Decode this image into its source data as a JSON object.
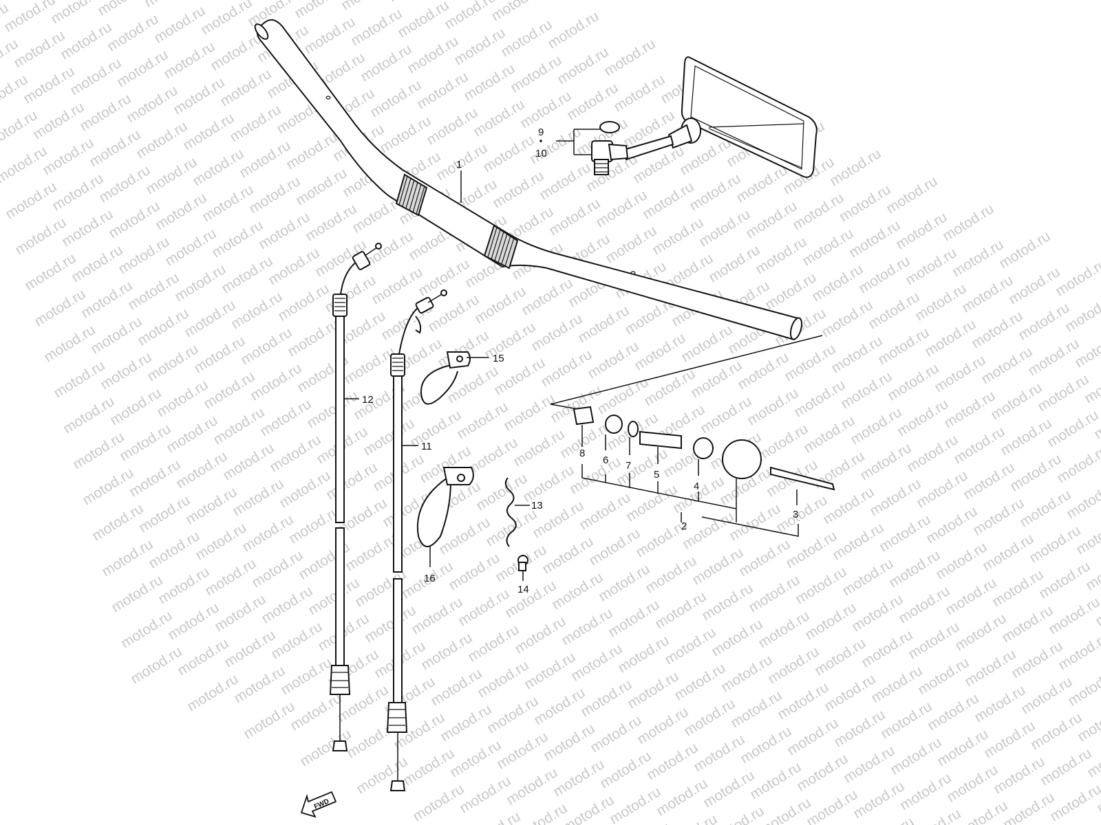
{
  "watermark": {
    "text": "motod.ru"
  },
  "callouts": {
    "1": "1",
    "2": "2",
    "3": "3",
    "4": "4",
    "5": "5",
    "6": "6",
    "7": "7",
    "8": "8",
    "9": "9",
    "10": "10",
    "11": "11",
    "12": "12",
    "13": "13",
    "14": "14",
    "15": "15",
    "16": "16"
  },
  "fwd": {
    "label": "FWD"
  }
}
